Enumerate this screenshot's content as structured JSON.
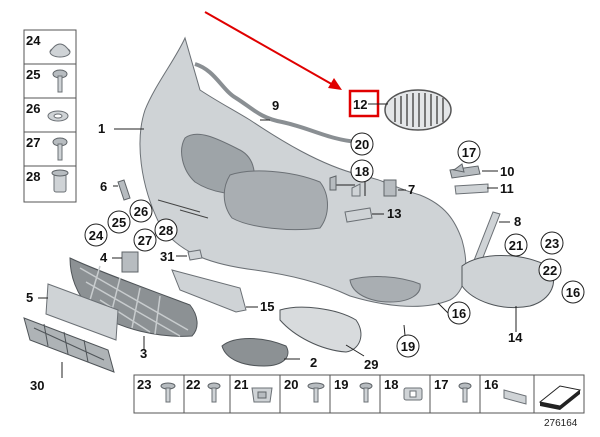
{
  "diagram_id": "276164",
  "highlight_color": "#e00000",
  "legend_left": [
    {
      "num": "24",
      "icon": "cap-plug-icon"
    },
    {
      "num": "25",
      "icon": "screw-icon"
    },
    {
      "num": "26",
      "icon": "washer-icon"
    },
    {
      "num": "27",
      "icon": "screw-washer-icon"
    },
    {
      "num": "28",
      "icon": "spreader-nut-icon"
    }
  ],
  "legend_bottom": [
    {
      "num": "23",
      "icon": "push-rivet-icon"
    },
    {
      "num": "22",
      "icon": "screw-icon"
    },
    {
      "num": "21",
      "icon": "clip-nut-icon"
    },
    {
      "num": "20",
      "icon": "push-rivet-icon"
    },
    {
      "num": "19",
      "icon": "screw-icon"
    },
    {
      "num": "18",
      "icon": "clip-icon"
    },
    {
      "num": "17",
      "icon": "screw-icon"
    },
    {
      "num": "16",
      "icon": "spring-clip-icon"
    },
    {
      "num": "",
      "icon": "wedge-icon"
    }
  ],
  "callouts": {
    "c1": "1",
    "c2": "2",
    "c3": "3",
    "c4": "4",
    "c5": "5",
    "c6": "6",
    "c7": "7",
    "c8": "8",
    "c9": "9",
    "c10": "10",
    "c11": "11",
    "c12": "12",
    "c13": "13",
    "c14": "14",
    "c15": "15",
    "c16a": "16",
    "c16b": "16",
    "c17": "17",
    "c18": "18",
    "c19": "19",
    "c20": "20",
    "c21": "21",
    "c22": "22",
    "c23": "23",
    "c24": "24",
    "c25": "25",
    "c26": "26",
    "c27": "27",
    "c28": "28",
    "c29": "29",
    "c30": "30",
    "c31": "31"
  }
}
